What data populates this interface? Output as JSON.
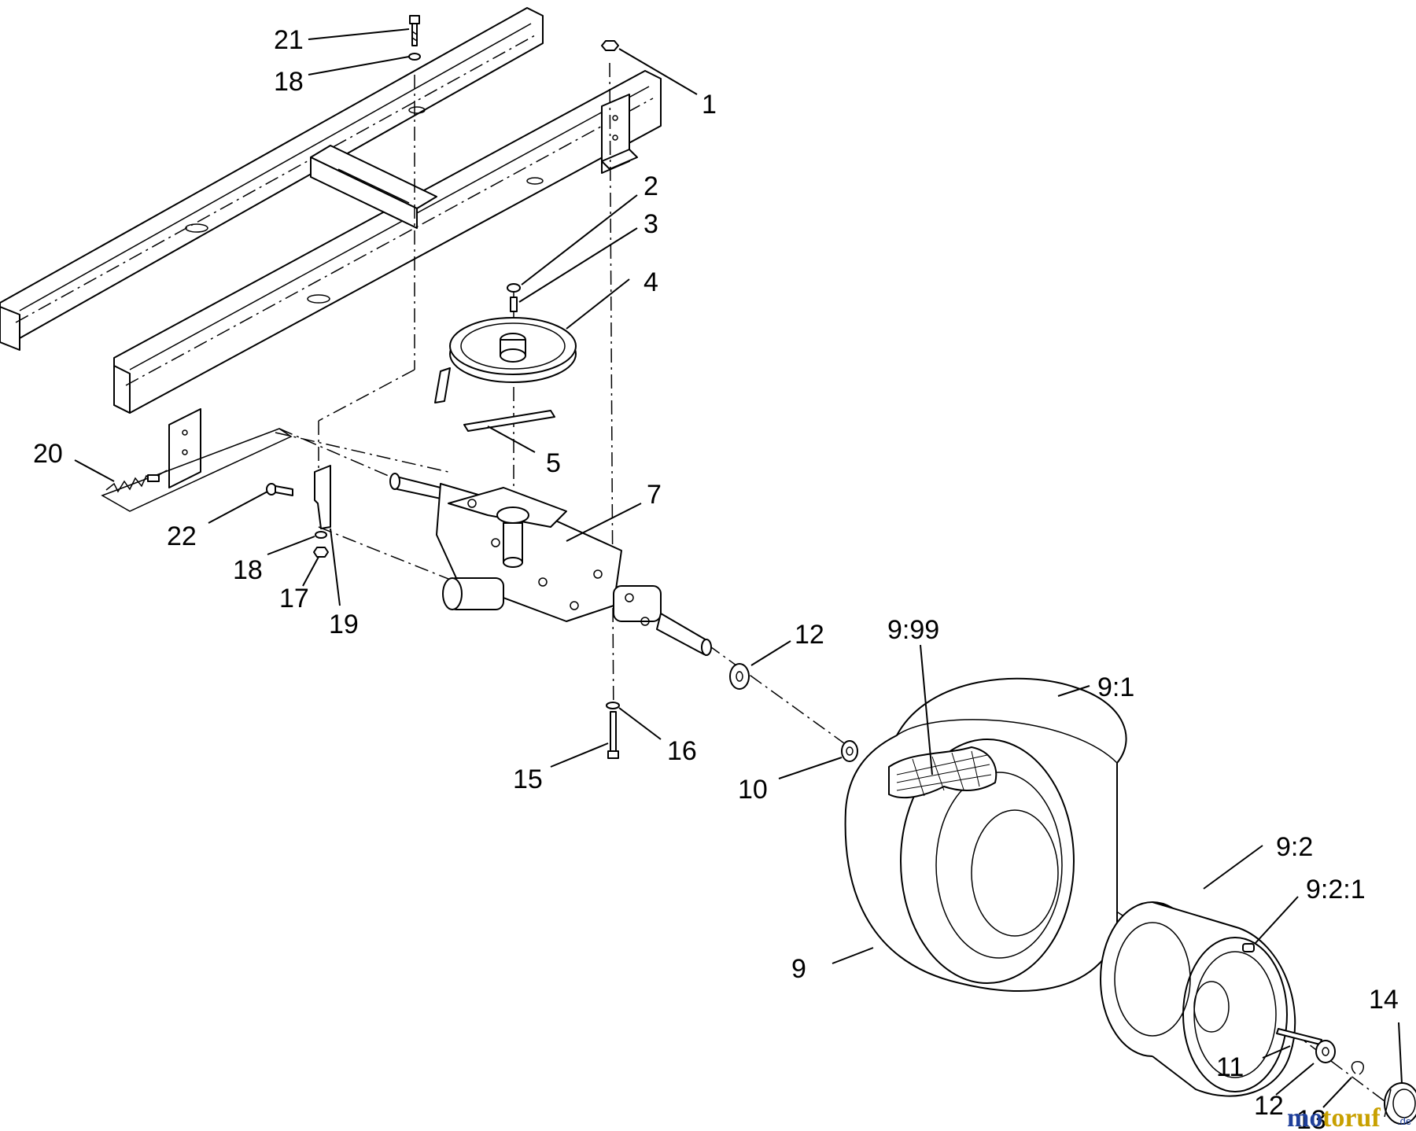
{
  "callouts": [
    {
      "id": "c21",
      "label": "21"
    },
    {
      "id": "c18a",
      "label": "18"
    },
    {
      "id": "c1",
      "label": "1"
    },
    {
      "id": "c2",
      "label": "2"
    },
    {
      "id": "c3",
      "label": "3"
    },
    {
      "id": "c4",
      "label": "4"
    },
    {
      "id": "c5",
      "label": "5"
    },
    {
      "id": "c20",
      "label": "20"
    },
    {
      "id": "c7",
      "label": "7"
    },
    {
      "id": "c22",
      "label": "22"
    },
    {
      "id": "c18b",
      "label": "18"
    },
    {
      "id": "c17",
      "label": "17"
    },
    {
      "id": "c19",
      "label": "19"
    },
    {
      "id": "c12a",
      "label": "12"
    },
    {
      "id": "c999",
      "label": "9:99"
    },
    {
      "id": "c91",
      "label": "9:1"
    },
    {
      "id": "c16",
      "label": "16"
    },
    {
      "id": "c15",
      "label": "15"
    },
    {
      "id": "c10",
      "label": "10"
    },
    {
      "id": "c92",
      "label": "9:2"
    },
    {
      "id": "c921",
      "label": "9:2:1"
    },
    {
      "id": "c9",
      "label": "9"
    },
    {
      "id": "c14",
      "label": "14"
    },
    {
      "id": "c11",
      "label": "11"
    },
    {
      "id": "c12b",
      "label": "12"
    },
    {
      "id": "c13",
      "label": "13"
    }
  ],
  "watermark": {
    "part1": "mo",
    "part2": "toruf",
    "suffix": ".de"
  },
  "colors": {
    "line": "#000000",
    "background": "#ffffff",
    "watermark_blue": "#1f3f9a",
    "watermark_gold": "#c8a000"
  }
}
